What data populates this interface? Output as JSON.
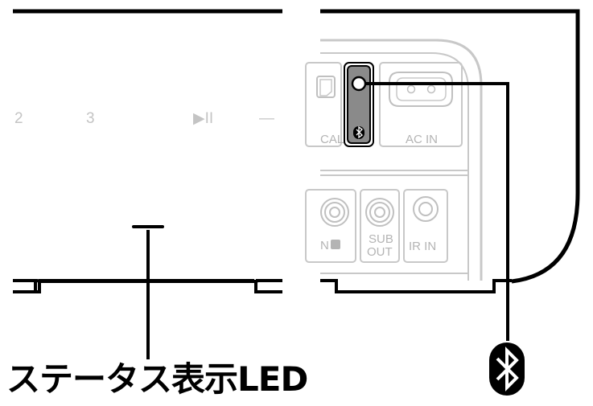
{
  "front_panel": {
    "buttons": [
      "2",
      "3",
      "▶II",
      "—"
    ]
  },
  "rear_panel": {
    "optical_label": "CAL",
    "ac_in_label": "AC IN",
    "in_l_label": "N",
    "sub_out_label_line1": "SUB",
    "sub_out_label_line2": "OUT",
    "ir_in_label": "IR IN"
  },
  "callouts": {
    "status_led_caption": "ステータス表示LED"
  },
  "icons": {
    "bluetooth": "bluetooth-icon"
  },
  "colors": {
    "line": "#000000",
    "panel_outline": "#c8c8c8",
    "bt_button_fill": "#8a8a8a"
  }
}
